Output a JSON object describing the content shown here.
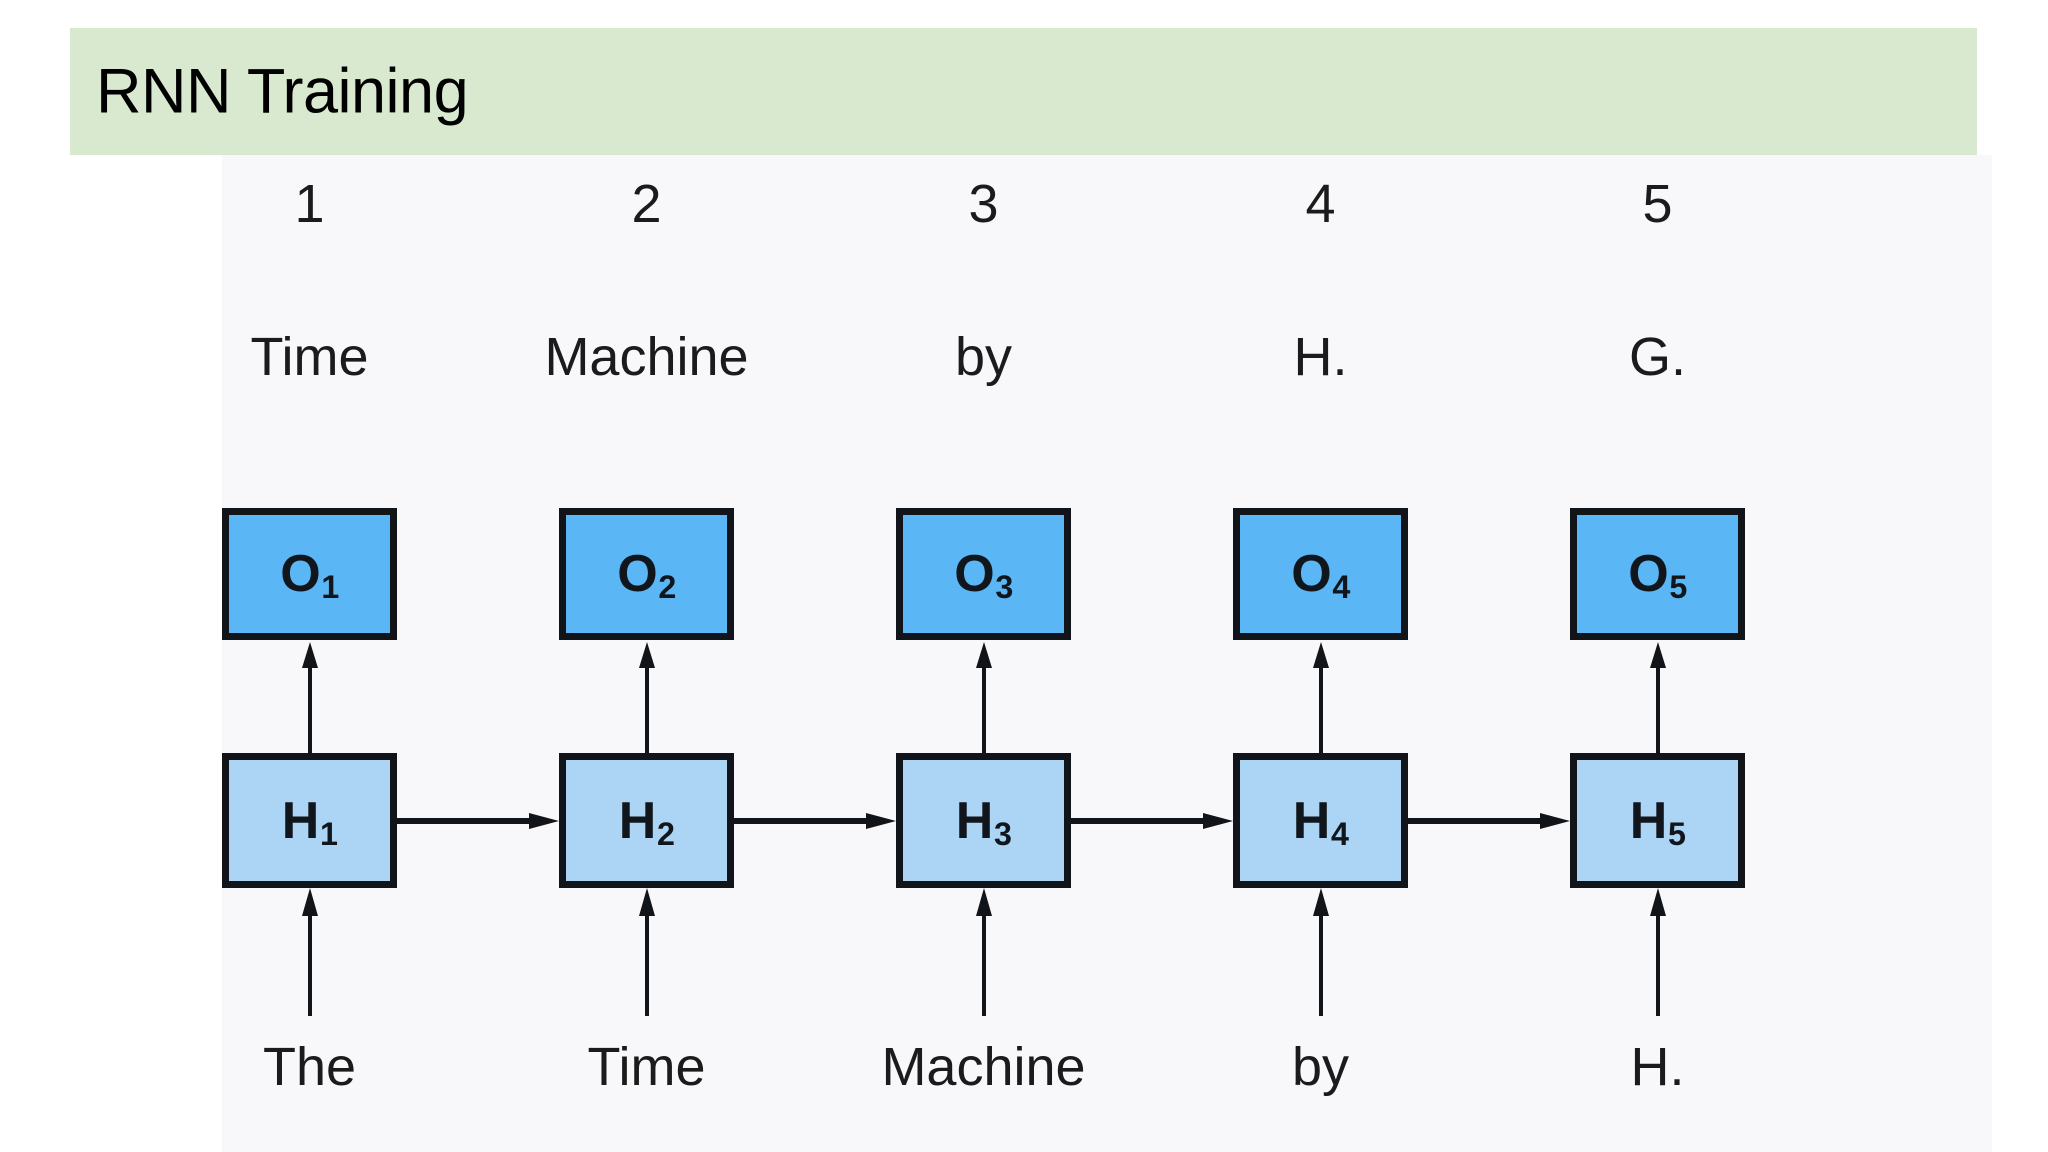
{
  "slide": {
    "title": "RNN Training",
    "banner_color": "#d8e9d0",
    "canvas_color": "#f8f7fa"
  },
  "diagram": {
    "type": "rnn-unrolled-training",
    "colors": {
      "output_box": "#5ab6f5",
      "hidden_box": "#acd5f5",
      "box_border": "#111418",
      "arrow": "#111418",
      "text": "#1b1b1b"
    },
    "columns": [
      {
        "step": "1",
        "target_word": "Time",
        "output_label": "O",
        "output_sub": "1",
        "hidden_label": "H",
        "hidden_sub": "1",
        "input_word": "The"
      },
      {
        "step": "2",
        "target_word": "Machine",
        "output_label": "O",
        "output_sub": "2",
        "hidden_label": "H",
        "hidden_sub": "2",
        "input_word": "Time"
      },
      {
        "step": "3",
        "target_word": "by",
        "output_label": "O",
        "output_sub": "3",
        "hidden_label": "H",
        "hidden_sub": "3",
        "input_word": "Machine"
      },
      {
        "step": "4",
        "target_word": "H.",
        "output_label": "O",
        "output_sub": "4",
        "hidden_label": "H",
        "hidden_sub": "4",
        "input_word": "by"
      },
      {
        "step": "5",
        "target_word": "G.",
        "output_label": "O",
        "output_sub": "5",
        "hidden_label": "H",
        "hidden_sub": "5",
        "input_word": "H."
      }
    ]
  }
}
